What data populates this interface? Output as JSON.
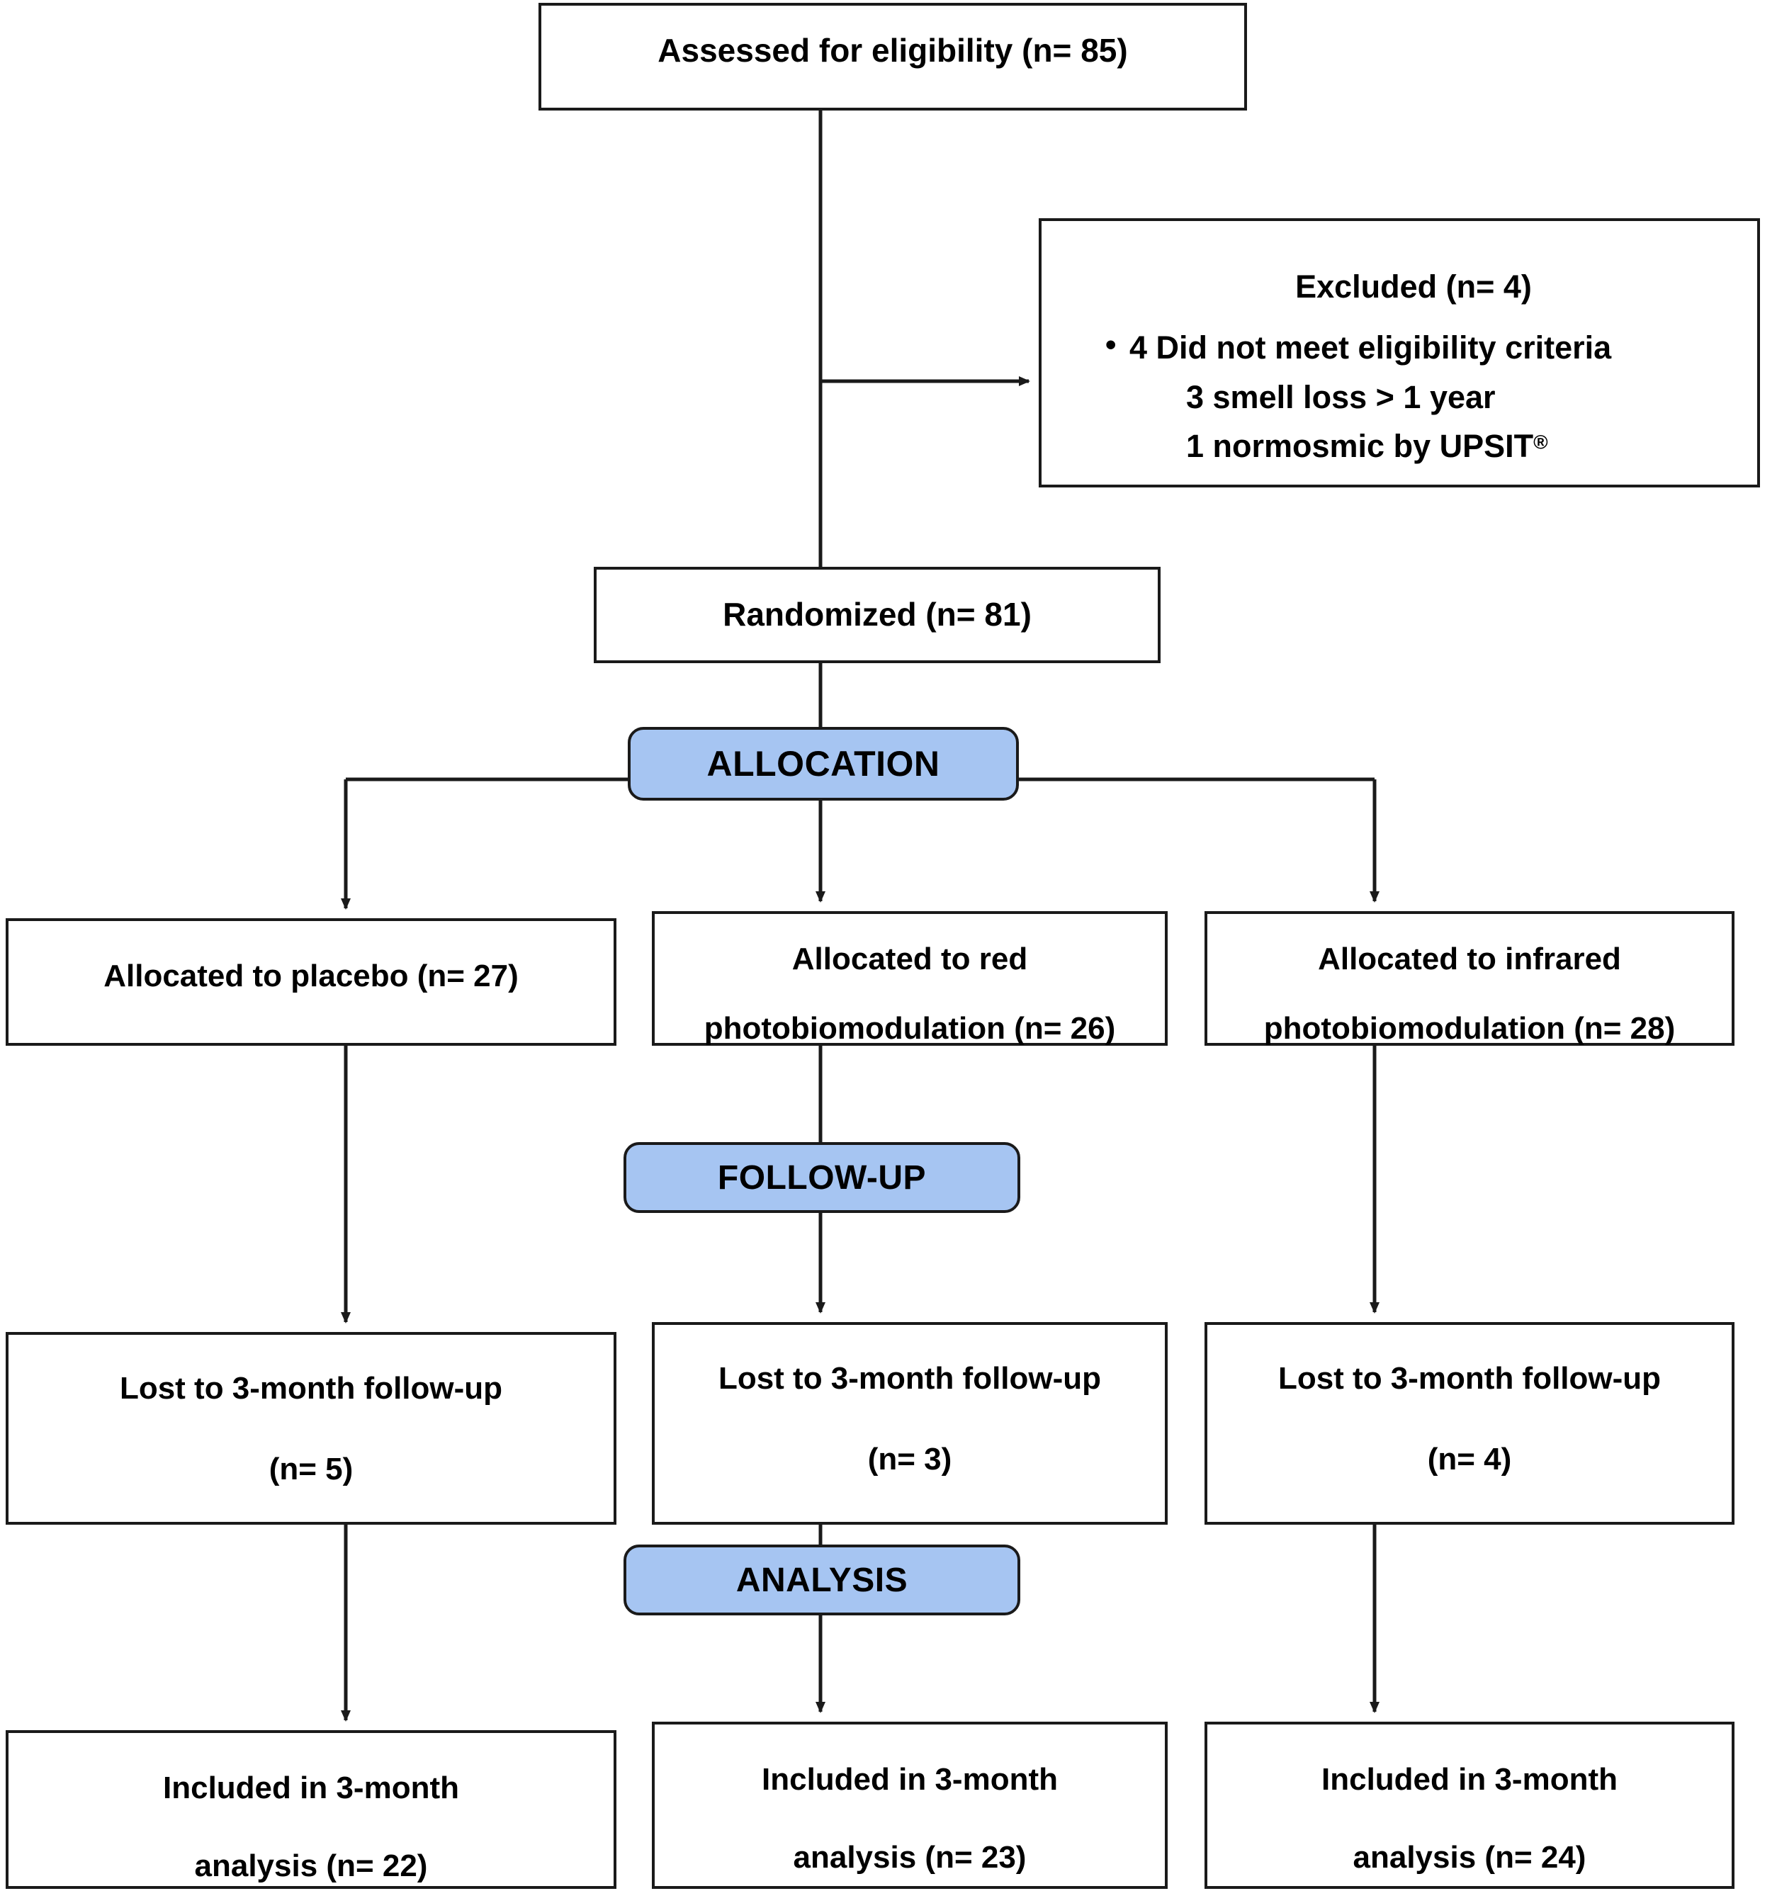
{
  "diagram": {
    "title": "CONSORT participant flow diagram",
    "accent_blue": "#a6c5f2",
    "border_color": "#1a1a1a",
    "background": "#ffffff"
  },
  "enrollment": {
    "assessed": "Assessed for eligibility (n= 85)",
    "excluded_heading": "Excluded (n= 4)",
    "excluded_bullet_dot": "•",
    "excluded_reasons": [
      "4 Did not meet eligibility criteria",
      "3 smell loss > 1 year",
      "1 normosmic by UPSIT"
    ],
    "upsit_mark": "®",
    "randomized": "Randomized (n= 81)"
  },
  "stages": {
    "allocation": "ALLOCATION",
    "followup": "FOLLOW-UP",
    "analysis": "ANALYSIS"
  },
  "arms": {
    "placebo": {
      "allocated_line1": "Allocated to placebo (n= 27)",
      "lost_line1": "Lost to 3-month follow-up",
      "lost_line2": "(n= 5)",
      "included_line1": "Included in 3-month",
      "included_line2": "analysis (n= 22)"
    },
    "red": {
      "allocated_line1": "Allocated to red",
      "allocated_line2": "photobiomodulation (n= 26)",
      "lost_line1": "Lost to 3-month follow-up",
      "lost_line2": "(n= 3)",
      "included_line1": "Included in 3-month",
      "included_line2": "analysis (n= 23)"
    },
    "infrared": {
      "allocated_line1": "Allocated to infrared",
      "allocated_line2": "photobiomodulation (n= 28)",
      "lost_line1": "Lost to 3-month follow-up",
      "lost_line2": "(n= 4)",
      "included_line1": "Included in 3-month",
      "included_line2": "analysis (n= 24)"
    }
  },
  "chart_data": {
    "type": "diagram",
    "title": "CONSORT flow diagram",
    "nodes": [
      {
        "id": "assessed",
        "label": "Assessed for eligibility (n= 85)",
        "n": 85
      },
      {
        "id": "excluded",
        "label": "Excluded (n= 4)",
        "n": 4
      },
      {
        "id": "randomized",
        "label": "Randomized (n= 81)",
        "n": 81
      },
      {
        "id": "alloc_placebo",
        "label": "Allocated to placebo (n= 27)",
        "n": 27
      },
      {
        "id": "alloc_red",
        "label": "Allocated to red photobiomodulation (n= 26)",
        "n": 26
      },
      {
        "id": "alloc_ir",
        "label": "Allocated to infrared photobiomodulation (n= 28)",
        "n": 28
      },
      {
        "id": "lost_placebo",
        "label": "Lost to 3-month follow-up (n= 5)",
        "n": 5
      },
      {
        "id": "lost_red",
        "label": "Lost to 3-month follow-up (n= 3)",
        "n": 3
      },
      {
        "id": "lost_ir",
        "label": "Lost to 3-month follow-up (n= 4)",
        "n": 4
      },
      {
        "id": "incl_placebo",
        "label": "Included in 3-month analysis (n= 22)",
        "n": 22
      },
      {
        "id": "incl_red",
        "label": "Included in 3-month analysis (n= 23)",
        "n": 23
      },
      {
        "id": "incl_ir",
        "label": "Included in 3-month analysis (n= 24)",
        "n": 24
      }
    ],
    "edges": [
      [
        "assessed",
        "excluded"
      ],
      [
        "assessed",
        "randomized"
      ],
      [
        "randomized",
        "alloc_placebo"
      ],
      [
        "randomized",
        "alloc_red"
      ],
      [
        "randomized",
        "alloc_ir"
      ],
      [
        "alloc_placebo",
        "lost_placebo"
      ],
      [
        "alloc_red",
        "lost_red"
      ],
      [
        "alloc_ir",
        "lost_ir"
      ],
      [
        "lost_placebo",
        "incl_placebo"
      ],
      [
        "lost_red",
        "incl_red"
      ],
      [
        "lost_ir",
        "incl_ir"
      ]
    ]
  }
}
